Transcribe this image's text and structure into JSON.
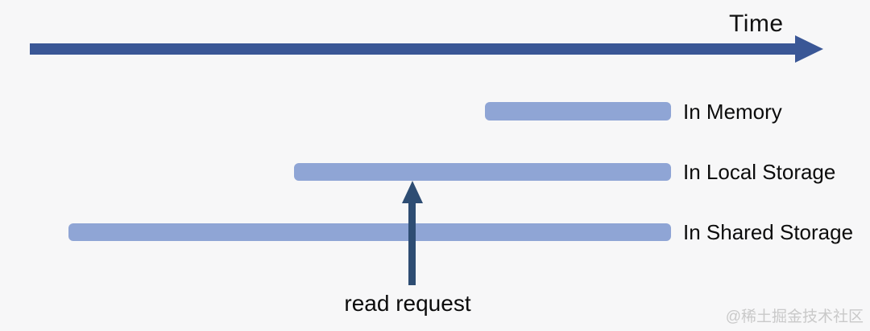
{
  "diagram": {
    "time_axis": {
      "label": "Time",
      "direction": "right"
    },
    "bars": [
      {
        "label": "In Memory"
      },
      {
        "label": "In Local Storage"
      },
      {
        "label": "In Shared Storage"
      }
    ],
    "annotation": {
      "label": "read request",
      "points_to": "In Local Storage"
    }
  },
  "watermark": "@稀土掘金技术社区",
  "colors": {
    "background": "#f7f7f8",
    "time_axis": "#3a5796",
    "bar": "#8fa5d5",
    "annotation_arrow": "#2e4d73",
    "text": "#0c0c0c",
    "watermark": "#c9c9c9"
  }
}
